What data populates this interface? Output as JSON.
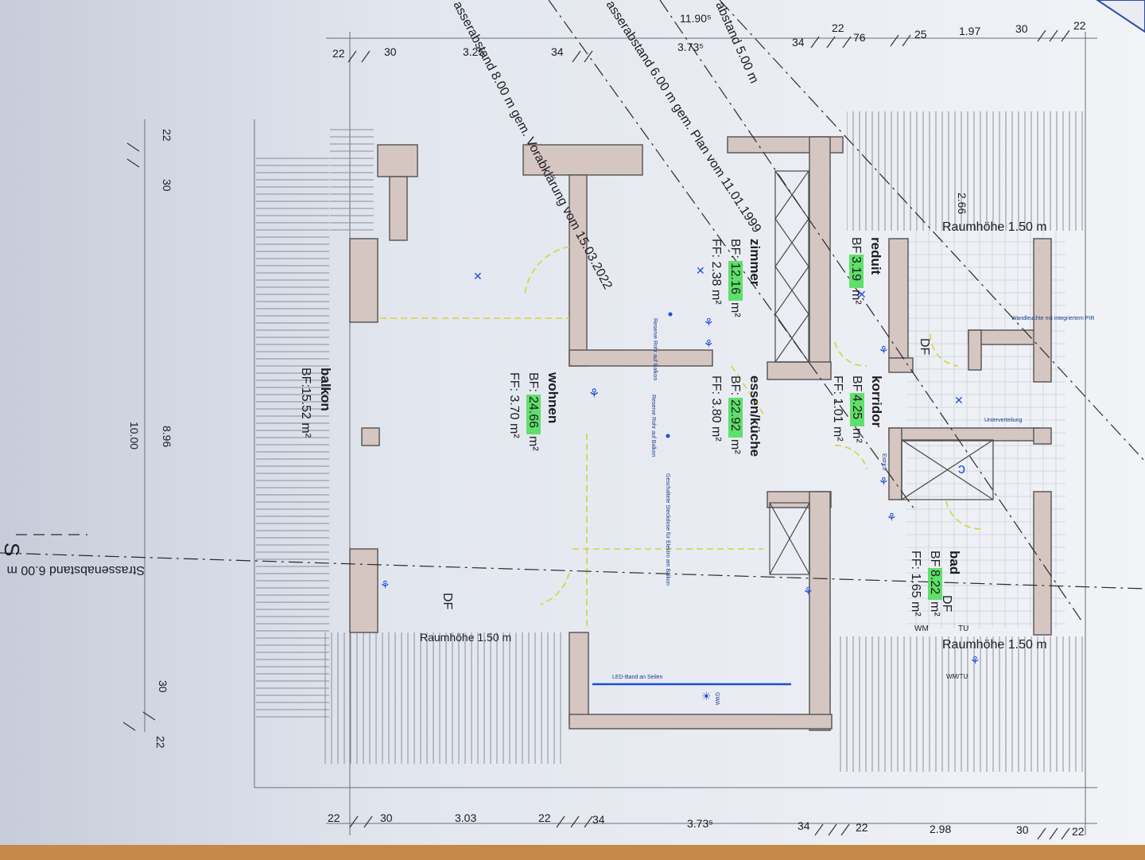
{
  "plan": {
    "colors": {
      "paper": "#e9ecf3",
      "wall": "#6b6b6b",
      "wall_fill": "#d6c6c2",
      "highlight": "#5fe06a",
      "electric": "#1b4fd8",
      "dash": "#d8d23a"
    },
    "setbacks": {
      "diag1": "asserabstand 8.00 m gem. Vorabklärung vom 15.03.2022",
      "diag2": "asserabstand 6.00 m gem. Plan vom 11.01.1999",
      "diag3": "abstand 5.00 m",
      "street": "Strassenabstand 6.00 m",
      "north": "S"
    },
    "ceiling_height": {
      "top": "Raumhöhe 1.50 m",
      "bottom_left": "Raumhöhe 1.50 m",
      "bottom_right": "Raumhöhe 1.50 m"
    },
    "dims_top": [
      "22",
      "30",
      "3.25",
      "34",
      "11.90⁵",
      "3.73⁵",
      "34",
      "22",
      "76",
      "25",
      "1.97",
      "30",
      "22"
    ],
    "dims_bottom": [
      "22",
      "30",
      "3.03",
      "22",
      "34",
      "3.73⁵",
      "34",
      "22",
      "2.98",
      "30",
      "22"
    ],
    "dims_left": [
      "22",
      "30",
      "10.00",
      "8.96",
      "30",
      "22"
    ],
    "dim_right": "2.66",
    "rooms": {
      "zimmer": {
        "name": "zimmer",
        "bf_label": "BF:",
        "bf_value": "12.16",
        "bf_unit": "m²",
        "ff": "FF: 2.38 m²"
      },
      "reduit": {
        "name": "reduit",
        "bf_label": "BF:",
        "bf_value": "3.19",
        "bf_unit": "m²"
      },
      "essen": {
        "name": "essen/küche",
        "bf_label": "BF:",
        "bf_value": "22.92",
        "bf_unit": "m²",
        "ff": "FF: 3.80 m²"
      },
      "korridor": {
        "name": "korridor",
        "bf_label": "BF:",
        "bf_value": "4.25",
        "bf_unit": "m²",
        "ff": "FF: 1.01 m²"
      },
      "wohnen": {
        "name": "wohnen",
        "bf_label": "BF:",
        "bf_value": "24.66",
        "bf_unit": "m²",
        "ff": "FF: 3.70 m²"
      },
      "balkon": {
        "name": "balkon",
        "bf": "BF:15.52 m²"
      },
      "bad": {
        "name": "bad",
        "bf_label": "BF:",
        "bf_value": "8.22",
        "bf_unit": "m²",
        "ff": "FF: 1.65 m²"
      }
    },
    "labels": {
      "df1": "DF",
      "df2": "DF",
      "df3": "DF",
      "wm": "WM",
      "tu": "TU",
      "wmtu": "WM/TU",
      "wandleuchte": "Wandleuchte mit integriertem PIR",
      "unterverteilung": "Unterverteilung",
      "led": "LED-Band an Seilen",
      "reserve1": "Reserve Rohr auf Balkon",
      "reserve2": "Reserve Rohr auf Balkon",
      "geschaltet": "Geschaltete Steckdose für Elektro am Balkon",
      "gwa": "GWA",
      "estrich": "Estrich"
    }
  }
}
